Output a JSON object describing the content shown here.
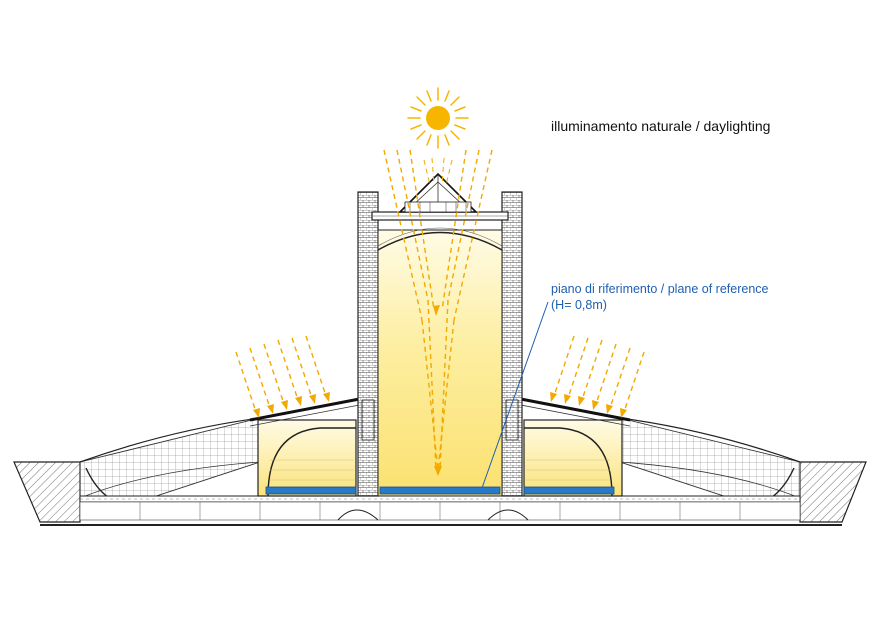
{
  "title": "illuminamento naturale / daylighting",
  "reference_plane": {
    "line1": "piano di riferimento / plane of reference",
    "line2": "(H= 0,8m)"
  },
  "colors": {
    "sun": "#f7b500",
    "ray": "#f2a900",
    "light_glow": "#fde98a",
    "reference_plane": "#2a78c8",
    "label_blue": "#1f5fb0",
    "structure": "#222222"
  },
  "icons": {
    "sun": "sun-icon"
  }
}
